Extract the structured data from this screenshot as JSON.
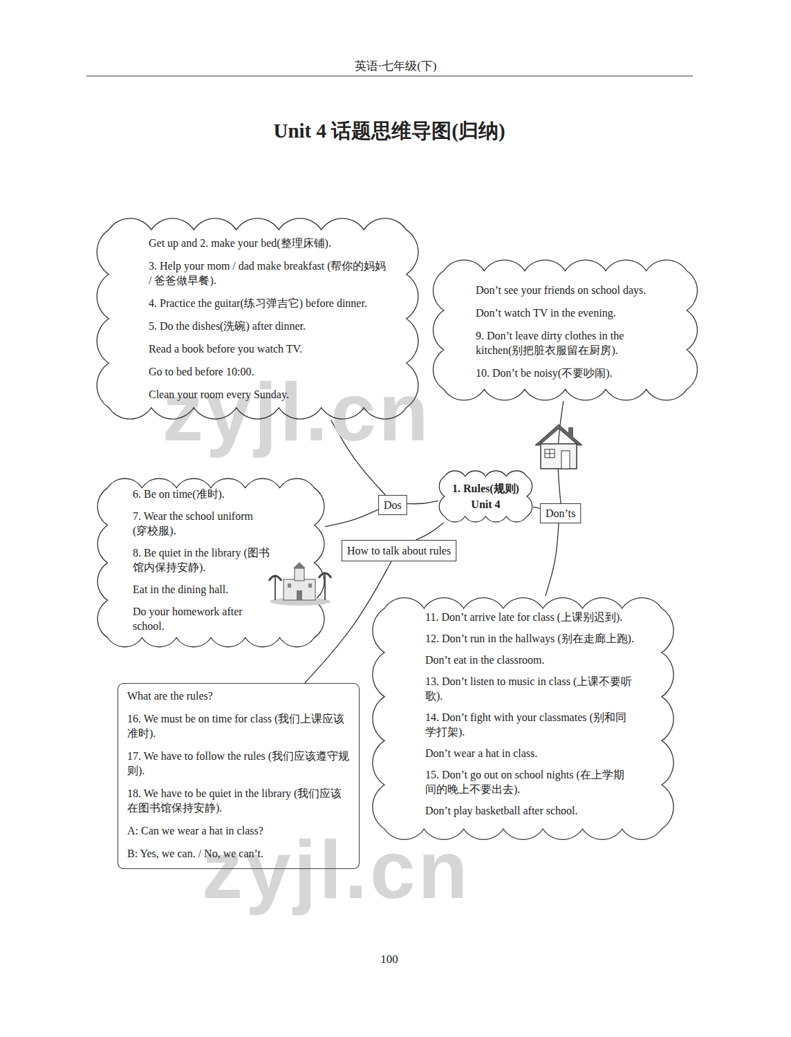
{
  "diagram": {
    "title": "Unit 4 话题思维导图(归纳)",
    "nodes": [
      {
        "text": [
          "Get up and 2. make your bed(整理床铺).",
          "3. Help your mom / dad make breakfast (帮你的妈妈 / 爸爸做早餐).",
          "4. Practice the guitar(练习弹吉它) before dinner.",
          "5. Do the dishes(洗碗) after dinner.",
          "Read a book before you watch TV.",
          "Go to bed before 10:00.",
          "Clean your room every Sunday."
        ]
      },
      {
        "text": [
          "Don’t see your friends on school days.",
          "Don’t watch TV in the evening.",
          "9. Don’t leave dirty clothes in the kitchen(别把脏衣服留在厨房).",
          "10. Don’t be noisy(不要吵闹)."
        ]
      },
      {
        "text": [
          "6. Be on time(准时).",
          "7. Wear the school uniform (穿校服).",
          "8. Be quiet in the library (图书馆内保持安静).",
          "Eat in the dining hall.",
          "Do your homework after school."
        ]
      },
      {
        "text": [
          "Dos"
        ]
      },
      {
        "text": [
          "1. Rules(规则)",
          "Unit 4"
        ]
      },
      {
        "text": [
          "Don’ts"
        ]
      },
      {
        "text": [
          "How to talk about rules"
        ]
      },
      {
        "text": [
          "What are the rules?",
          "16. We must be on time for class (我们上课应该准时).",
          "17. We have to follow the rules (我们应该遵守规则).",
          "18. We have to be quiet in the library (我们应该在图书馆保持安静).",
          "A: Can we wear a hat in class?",
          "B: Yes, we can. / No, we can’t."
        ]
      },
      {
        "text": [
          "11. Don’t arrive late for class (上课别迟到).",
          "12. Don’t run in the hallways (别在走廊上跑).",
          "Don’t eat in the classroom.",
          "13. Don’t listen to music in class (上课不要听歌).",
          "14. Don’t fight with your classmates (别和同学打架).",
          "Don’t wear a hat in class.",
          "15. Don’t go out on school nights (在上学期间的晚上不要出去).",
          "Don’t play basketball after school."
        ]
      }
    ],
    "edges": [
      {
        "from": 4,
        "to": 3,
        "arrow": "none"
      },
      {
        "from": 3,
        "to": 0,
        "arrow": "none"
      },
      {
        "from": 3,
        "to": 2,
        "arrow": "none"
      },
      {
        "from": 4,
        "to": 5,
        "arrow": "none"
      },
      {
        "from": 5,
        "to": 1,
        "arrow": "none"
      },
      {
        "from": 5,
        "to": 8,
        "arrow": "none"
      },
      {
        "from": 4,
        "to": 6,
        "arrow": "none"
      },
      {
        "from": 6,
        "to": 7,
        "arrow": "none"
      }
    ],
    "labels": [
      "英语·七年级(下)",
      "100",
      "zyjl.cn",
      "zyjl.cn"
    ]
  }
}
